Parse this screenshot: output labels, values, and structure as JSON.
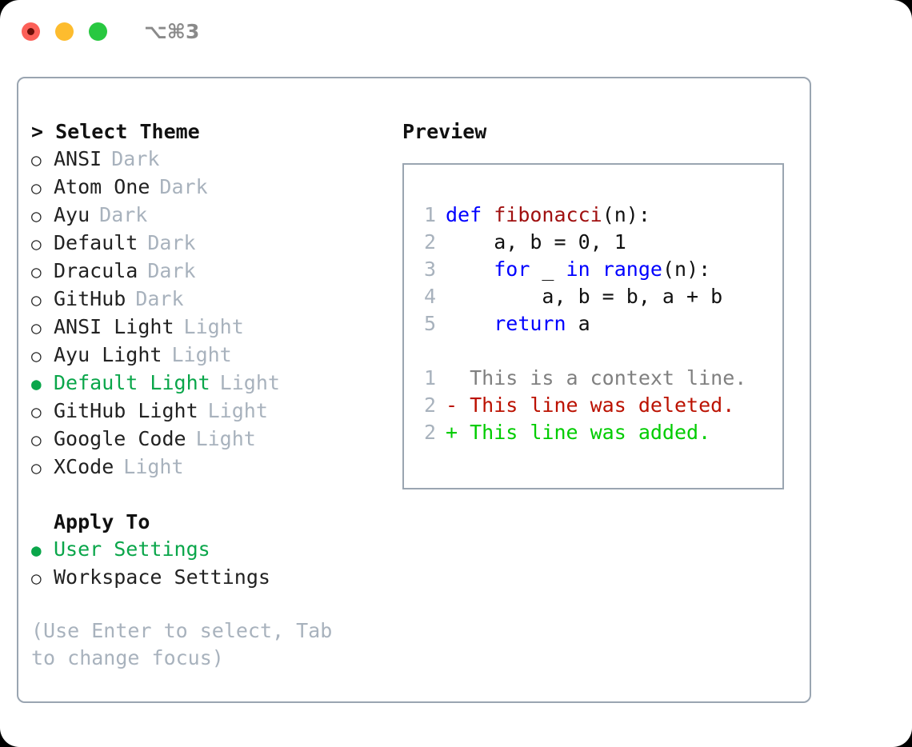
{
  "titlebar": {
    "shortcut": "⌥⌘3",
    "buttons": [
      {
        "name": "close",
        "color": "#fc6058"
      },
      {
        "name": "minimize",
        "color": "#fdbc2e"
      },
      {
        "name": "maximize",
        "color": "#28c840"
      }
    ]
  },
  "theme_list": {
    "header": "> Select Theme",
    "selected_bullet": "●",
    "unselected_bullet": "○",
    "items": [
      {
        "label": "ANSI",
        "category": "Dark",
        "selected": false
      },
      {
        "label": "Atom One",
        "category": "Dark",
        "selected": false
      },
      {
        "label": "Ayu",
        "category": "Dark",
        "selected": false
      },
      {
        "label": "Default",
        "category": "Dark",
        "selected": false
      },
      {
        "label": "Dracula",
        "category": "Dark",
        "selected": false
      },
      {
        "label": "GitHub",
        "category": "Dark",
        "selected": false
      },
      {
        "label": "ANSI Light",
        "category": "Light",
        "selected": false
      },
      {
        "label": "Ayu Light",
        "category": "Light",
        "selected": false
      },
      {
        "label": "Default Light",
        "category": "Light",
        "selected": true
      },
      {
        "label": "GitHub Light",
        "category": "Light",
        "selected": false
      },
      {
        "label": "Google Code",
        "category": "Light",
        "selected": false
      },
      {
        "label": "XCode",
        "category": "Light",
        "selected": false
      }
    ]
  },
  "apply_to": {
    "header": "Apply To",
    "items": [
      {
        "label": "User Settings",
        "selected": true
      },
      {
        "label": "Workspace Settings",
        "selected": false
      }
    ]
  },
  "hint": "(Use Enter to select, Tab to change focus)",
  "preview": {
    "title": "Preview",
    "code_lines": [
      {
        "number": "1",
        "tokens": [
          {
            "text": "def ",
            "type": "kw"
          },
          {
            "text": "fibonacci",
            "type": "fn"
          },
          {
            "text": "(n):",
            "type": "plain"
          }
        ]
      },
      {
        "number": "2",
        "tokens": [
          {
            "text": "    a, b = 0, 1",
            "type": "plain"
          }
        ]
      },
      {
        "number": "3",
        "tokens": [
          {
            "text": "    ",
            "type": "plain"
          },
          {
            "text": "for",
            "type": "kw"
          },
          {
            "text": " _ ",
            "type": "plain"
          },
          {
            "text": "in",
            "type": "kw"
          },
          {
            "text": " ",
            "type": "plain"
          },
          {
            "text": "range",
            "type": "kw"
          },
          {
            "text": "(n):",
            "type": "plain"
          }
        ]
      },
      {
        "number": "4",
        "tokens": [
          {
            "text": "        a, b = b, a + b",
            "type": "plain"
          }
        ]
      },
      {
        "number": "5",
        "tokens": [
          {
            "text": "    ",
            "type": "plain"
          },
          {
            "text": "return",
            "type": "kw"
          },
          {
            "text": " a",
            "type": "plain"
          }
        ]
      }
    ],
    "diff_lines": [
      {
        "number": "1",
        "marker": " ",
        "text": " This is a context line.",
        "type": "ctx"
      },
      {
        "number": "2",
        "marker": "-",
        "text": " This line was deleted.",
        "type": "del"
      },
      {
        "number": "2",
        "marker": "+",
        "text": " This line was added.",
        "type": "add"
      }
    ]
  },
  "colors": {
    "accent_green": "#0aa64a",
    "diff_add": "#00cc00",
    "diff_del": "#bb1100",
    "diff_ctx": "#808080",
    "keyword_blue": "#0000ff",
    "function_red": "#a01010",
    "muted_gray": "#a8b2bd",
    "border": "#9aa5b1"
  }
}
